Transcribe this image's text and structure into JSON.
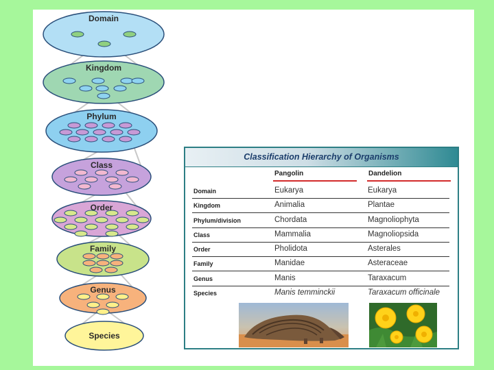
{
  "hierarchy": {
    "levels": [
      {
        "id": "domain",
        "name": "Domain",
        "fill": "#b3dff5",
        "dot": "#90d080",
        "dots": 3
      },
      {
        "id": "kingdom",
        "name": "Kingdom",
        "fill": "#9fd7b2",
        "dot": "#8fd3f0",
        "dots": 8
      },
      {
        "id": "phylum",
        "name": "Phylum",
        "fill": "#8ed0f0",
        "dot": "#c79ad6",
        "dots": 13
      },
      {
        "id": "class",
        "name": "Class",
        "fill": "#c6a2dc",
        "dot": "#f2b8d0",
        "dots": 9
      },
      {
        "id": "order",
        "name": "Order",
        "fill": "#d9a6d6",
        "dot": "#d8e88c",
        "dots": 15
      },
      {
        "id": "family",
        "name": "Family",
        "fill": "#c8e38a",
        "dot": "#f7b27c",
        "dots": 8
      },
      {
        "id": "genus",
        "name": "Genus",
        "fill": "#f7b27c",
        "dot": "#fff08a",
        "dots": 6
      },
      {
        "id": "species",
        "name": "Species",
        "fill": "#fff59a",
        "dot": "#fff59a",
        "dots": 0
      }
    ]
  },
  "table": {
    "title": "Classification Hierarchy of Organisms",
    "col1": "Pangolin",
    "col2": "Dandelion",
    "rows": [
      {
        "label": "Domain",
        "a": "Eukarya",
        "b": "Eukarya"
      },
      {
        "label": "Kingdom",
        "a": "Animalia",
        "b": "Plantae"
      },
      {
        "label": "Phylum/division",
        "a": "Chordata",
        "b": "Magnoliophyta"
      },
      {
        "label": "Class",
        "a": "Mammalia",
        "b": "Magnoliopsida"
      },
      {
        "label": "Order",
        "a": "Pholidota",
        "b": "Asterales"
      },
      {
        "label": "Family",
        "a": "Manidae",
        "b": "Asteraceae"
      },
      {
        "label": "Genus",
        "a": "Manis",
        "b": "Taraxacum"
      },
      {
        "label": "Species",
        "a": "Manis temminckii",
        "b": "Taraxacum officinale"
      }
    ]
  },
  "colors": {
    "background": "#a6f79b",
    "table_border": "#2c7e84",
    "title_text": "#1b3d6b",
    "header_rule": "#d22a2a"
  }
}
